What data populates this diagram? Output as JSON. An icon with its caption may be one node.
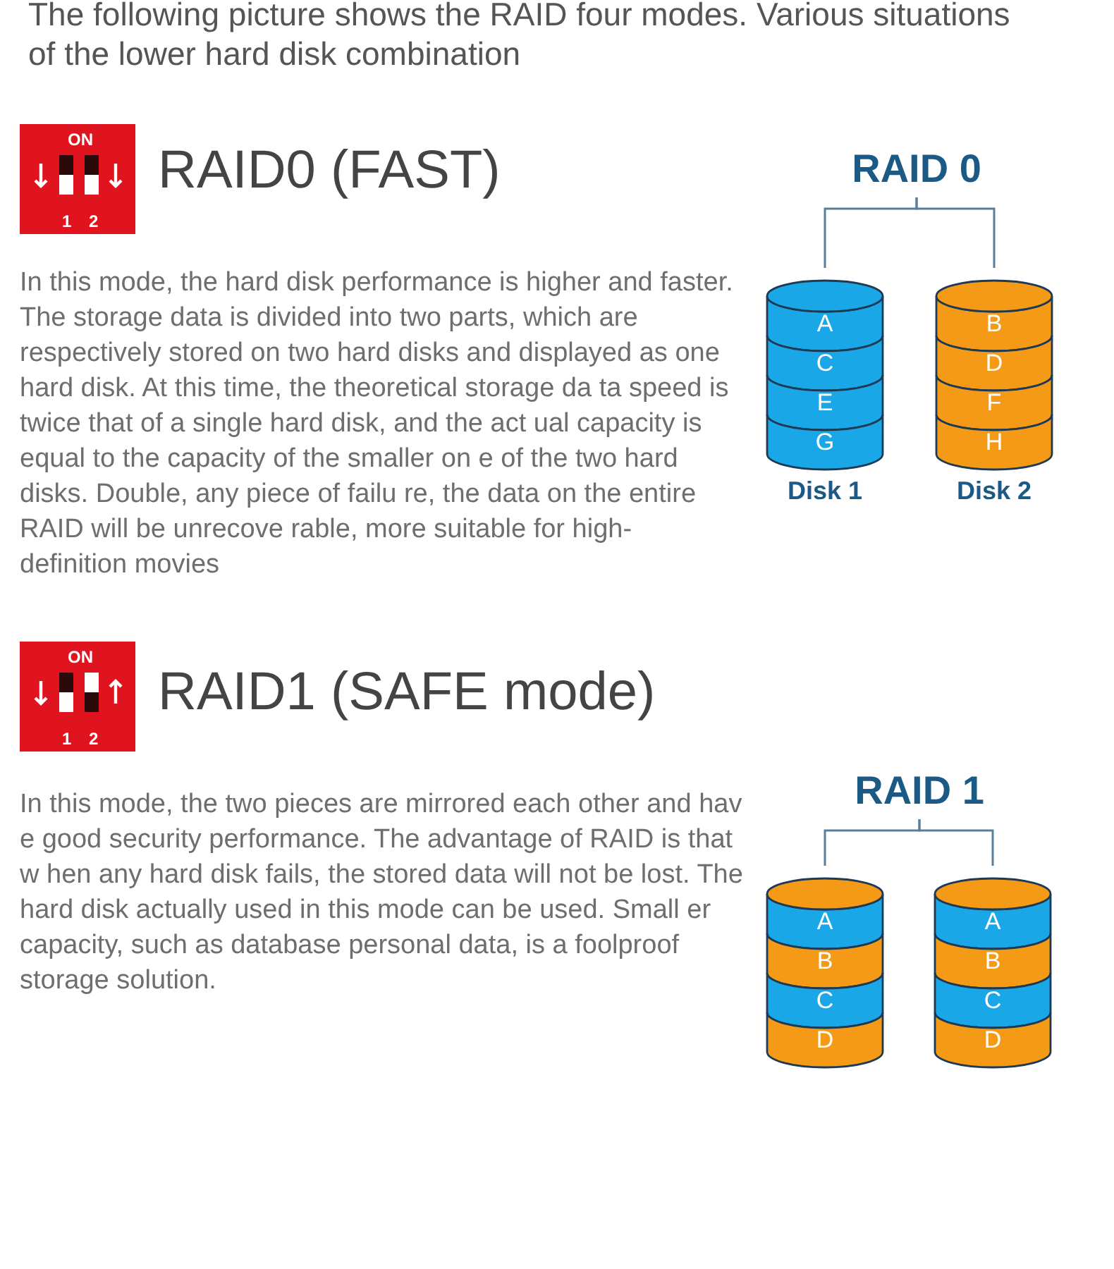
{
  "diagram": {
    "nodes": [
      {
        "text": [
          "RAID 0"
        ]
      },
      {
        "text": [
          "A",
          "C",
          "E",
          "G"
        ],
        "beside": [
          "Disk 1"
        ]
      },
      {
        "text": [
          "B",
          "D",
          "F",
          "H"
        ],
        "beside": [
          "Disk 2"
        ]
      },
      {
        "text": [
          "RAID 1"
        ]
      },
      {
        "text": [
          "A",
          "B",
          "C",
          "D"
        ]
      },
      {
        "text": [
          "A",
          "B",
          "C",
          "D"
        ]
      }
    ],
    "edges": [
      {
        "from": 0,
        "to": 1,
        "arrow": "none"
      },
      {
        "from": 0,
        "to": 2,
        "arrow": "none"
      },
      {
        "from": 3,
        "to": 4,
        "arrow": "none"
      },
      {
        "from": 3,
        "to": 5,
        "arrow": "none"
      }
    ],
    "labels": [
      "The following picture shows the RAID four modes. Various situations of the lower hard disk combination",
      "ON",
      "1",
      "2",
      "RAID0 (FAST)",
      "In this mode, the hard disk performance is higher and faster. The storage data is divided into two parts, which are respectively stored on two hard disks and displayed as one hard disk. At this time, the theoretical storage da ta speed is twice that of a single hard disk, and the act ual capacity is equal to the capacity of the smaller on e of the two hard disks. Double, any piece of failu re, the data on the entire RAID will be unrecove rable, more suitable for high-definition movies",
      "ON",
      "1",
      "2",
      "RAID1 (SAFE mode)",
      "In this mode, the two pieces are mirrored each other and hav e good security performance. The advantage of RAID is that w hen any hard disk fails, the stored data will not be lost. The hard disk actually used in this mode can be used. Small er capacity, such as database personal data, is a foolproof storage solution."
    ]
  }
}
